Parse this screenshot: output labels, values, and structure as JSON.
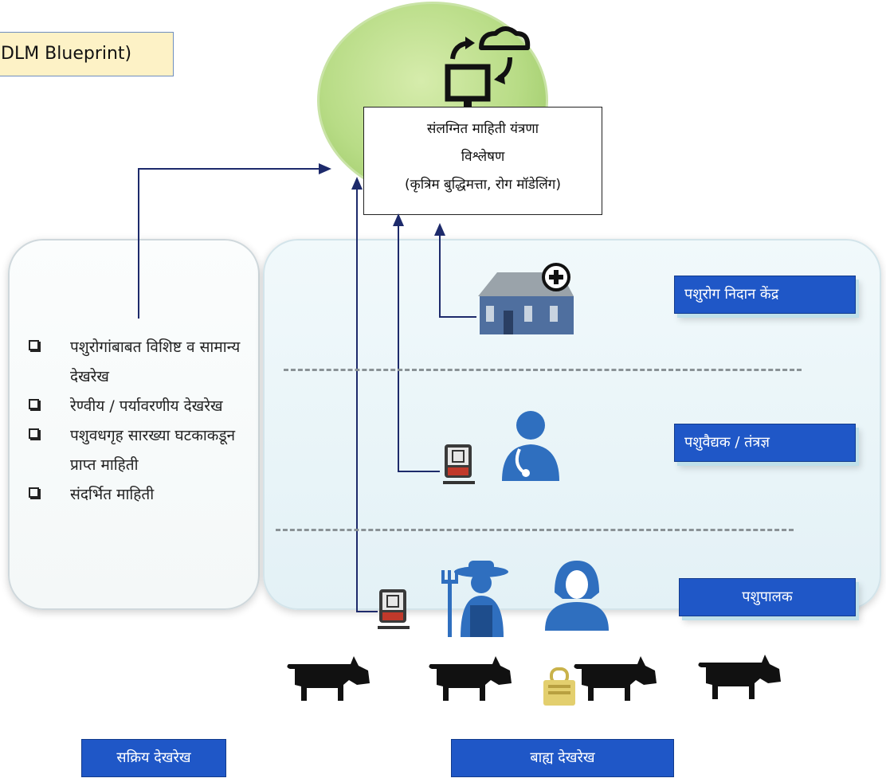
{
  "title_box": {
    "text": "DLM Blueprint)"
  },
  "central": {
    "line1": "संलग्नित माहिती यंत्रणा",
    "line2": "विश्लेषण",
    "line3": "(कृत्रिम बुद्धिमत्ता, रोग मॉडेलिंग)"
  },
  "active_surveillance": {
    "items": [
      "पशुरोगांबाबत विशिष्ट व सामान्य देखरेख",
      "रेण्वीय / पर्यावरणीय देखरेख",
      "पशुवधगृह सारख्या घटकाकडून प्राप्त माहिती",
      "संदर्भित माहिती"
    ],
    "label": "सक्रिय देखरेख"
  },
  "external_surveillance": {
    "levels": [
      "पशुरोग निदान केंद्र",
      "पशुवैद्यक / तंत्रज्ञ",
      "पशुपालक"
    ],
    "label": "बाह्य देखरेख"
  },
  "colors": {
    "level_box": "#1f57c7",
    "arrow": "#1d2a6b",
    "cloud_ellipse": "#b8dc86",
    "title_box_bg": "#fdf2c6",
    "cow": "#111111",
    "person": "#2f6fbf",
    "house_wall": "#4f6f9f",
    "device": "#c0392b"
  },
  "icons": [
    "cloud-sync-icon",
    "monitor-icon",
    "lab-building-icon",
    "veterinarian-icon",
    "tablet-device-icon",
    "farmer-icon",
    "woman-farmer-icon",
    "cow-icon",
    "lock-icon"
  ]
}
